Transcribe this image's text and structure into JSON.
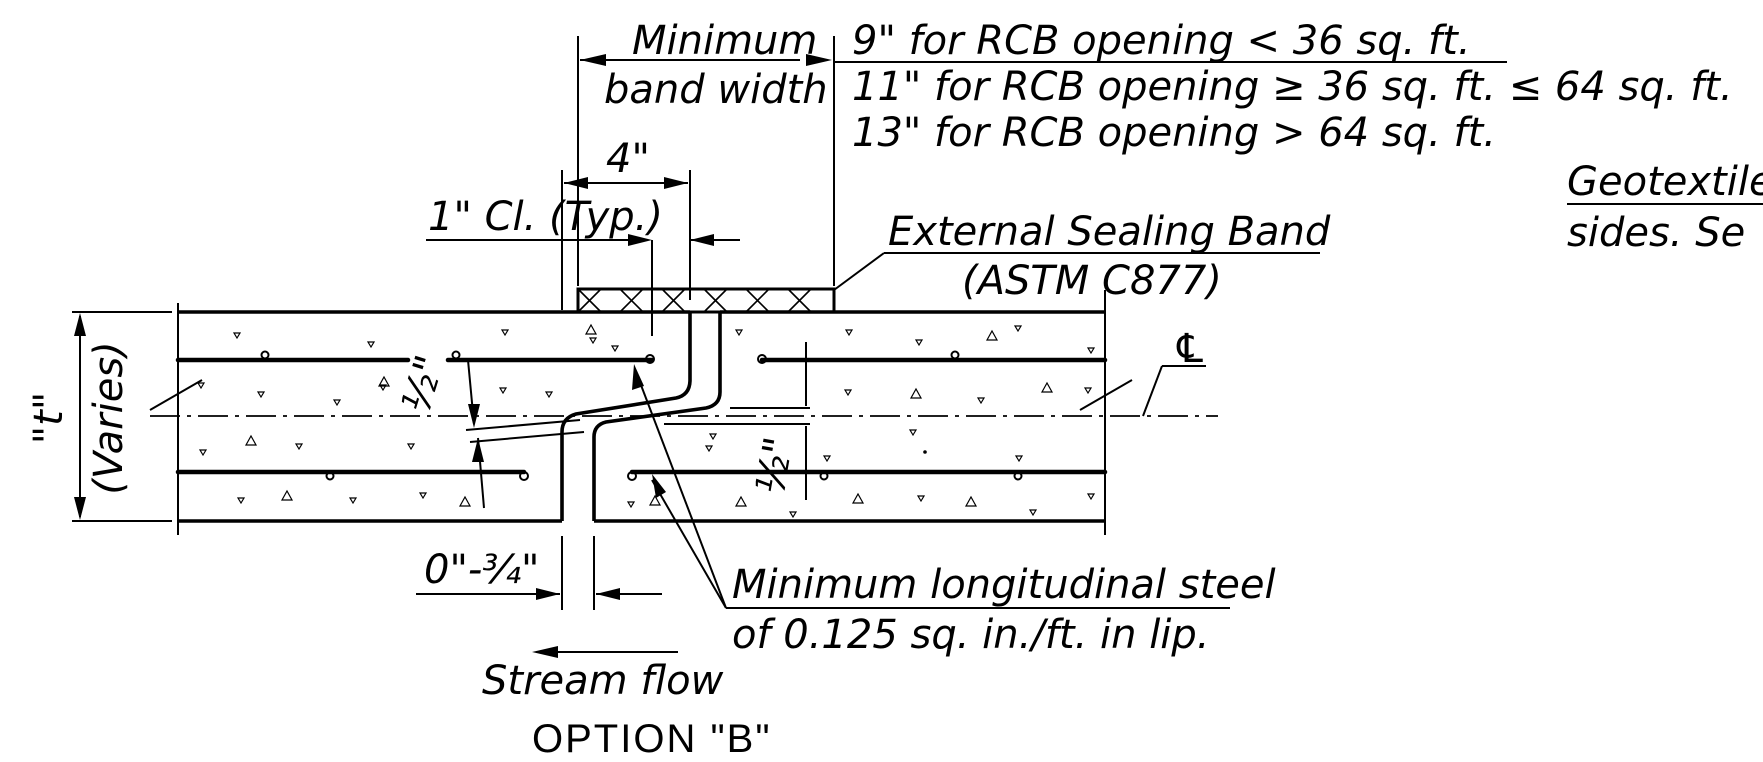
{
  "min_band": {
    "label_line1": "Minimum",
    "label_line2": "band width",
    "rule_1": "9\" for RCB opening < 36 sq. ft.",
    "rule_2": "11\" for RCB opening ≥ 36 sq. ft. ≤ 64 sq. ft.",
    "rule_3": "13\" for RCB opening > 64 sq. ft."
  },
  "geotextile": {
    "line1": "Geotextile",
    "line2": "sides. Se"
  },
  "dim_4in": "4\"",
  "clear_cover": "1\" Cl. (Typ.)",
  "sealing_band": {
    "line1": "External Sealing Band",
    "line2": "(ASTM C877)"
  },
  "centerline_symbol": "℄",
  "thickness": {
    "symbol": "\"t\"",
    "note": "(Varies)"
  },
  "half_left": "½\"",
  "half_right": "½\"",
  "gap_dim": "0\"-¾\"",
  "steel_note": {
    "line1": "Minimum longitudinal steel",
    "line2": "of 0.125 sq. in./ft. in lip."
  },
  "stream_flow": "Stream flow",
  "option_title": "OPTION \"B\""
}
